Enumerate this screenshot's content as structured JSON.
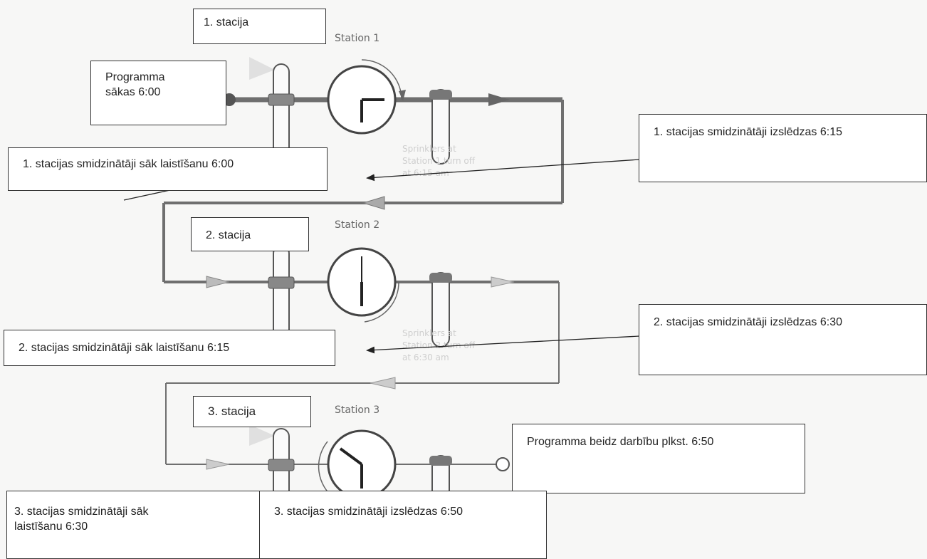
{
  "diagram": {
    "station_labels": [
      "Station 1",
      "Station 2",
      "Station 3"
    ],
    "faint_text": {
      "st1": [
        "Sprinklers at",
        "Station 1 turn off",
        "at 6:15 am"
      ],
      "st2": [
        "Sprinklers at",
        "Station 2 turn off",
        "at 6:30 am"
      ]
    }
  },
  "boxes": {
    "station1": "1. stacija",
    "program_start": "Programma\nsākas 6:00",
    "st1_start": "1. stacijas smidzinātāji sāk laistīšanu 6:00",
    "st1_off": "1. stacijas smidzinātāji izslēdzas 6:15",
    "station2": "2. stacija",
    "st2_off": "2. stacijas smidzinātāji izslēdzas 6:30",
    "st2_start": "2. stacijas smidzinātāji sāk laistīšanu 6:15",
    "station3": "3. stacija",
    "program_end": "Programma beidz darbību plkst. 6:50",
    "st3_start": "3. stacijas smidzinātāji sāk\nlaistīšanu 6:30",
    "st3_off": "3. stacijas smidzinātāji izslēdzas 6:50"
  },
  "colors": {
    "pipe": "#6f6f6f",
    "arrow": "#999999",
    "annotation_line": "#222222"
  }
}
